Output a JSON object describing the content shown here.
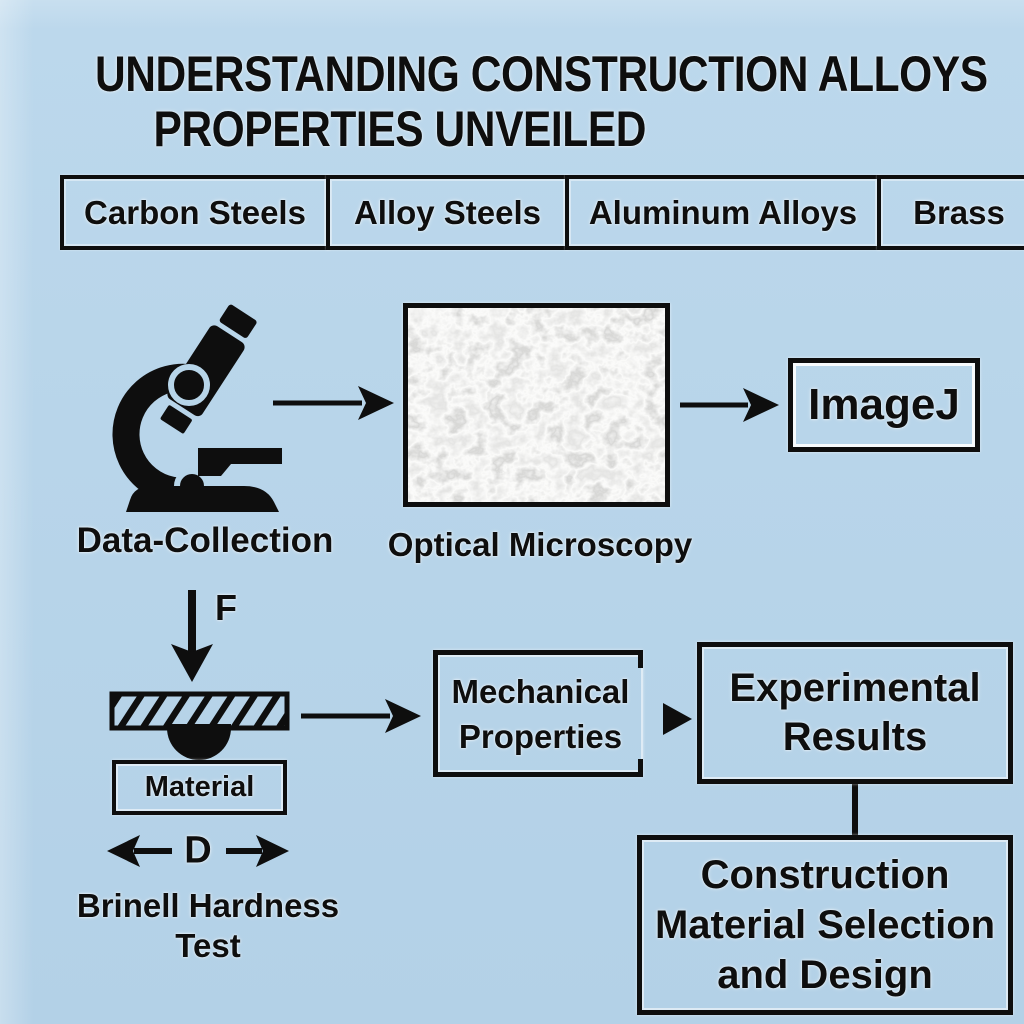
{
  "title": {
    "line1": "UNDERSTANDING CONSTRUCTION ALLOYS",
    "line2": "PROPERTIES UNVEILED"
  },
  "alloy_categories": {
    "items": [
      {
        "label": "Carbon Steels"
      },
      {
        "label": "Alloy Steels"
      },
      {
        "label": "Aluminum Alloys"
      },
      {
        "label": "Brass"
      }
    ]
  },
  "microscopy": {
    "station_label": "Data-Collection",
    "micrograph_label": "Optical Microscopy",
    "software_label": "ImageJ"
  },
  "hardness_test": {
    "force_symbol": "F",
    "specimen_label": "Material",
    "diameter_symbol": "D",
    "caption_line1": "Brinell Hardness",
    "caption_line2": "Test"
  },
  "analysis_flow": {
    "mechanical": {
      "line1": "Mechanical",
      "line2": "Properties"
    },
    "experimental": {
      "line1": "Experimental",
      "line2": "Results"
    },
    "construction": {
      "line1": "Construction",
      "line2": "Material Selection",
      "line3": "and Design"
    }
  },
  "icons": {
    "data_collection": "microscope-icon",
    "flow": "right-arrow-icon",
    "force": "down-arrow-icon",
    "diameter": "left-right-arrow-icons",
    "indenter": "ball-indenter-icon",
    "micrograph": "grain-texture-image"
  },
  "colors": {
    "background": "#b6d4e9",
    "ink": "#0e0e0e",
    "micrograph_base": "#e9eae7"
  }
}
